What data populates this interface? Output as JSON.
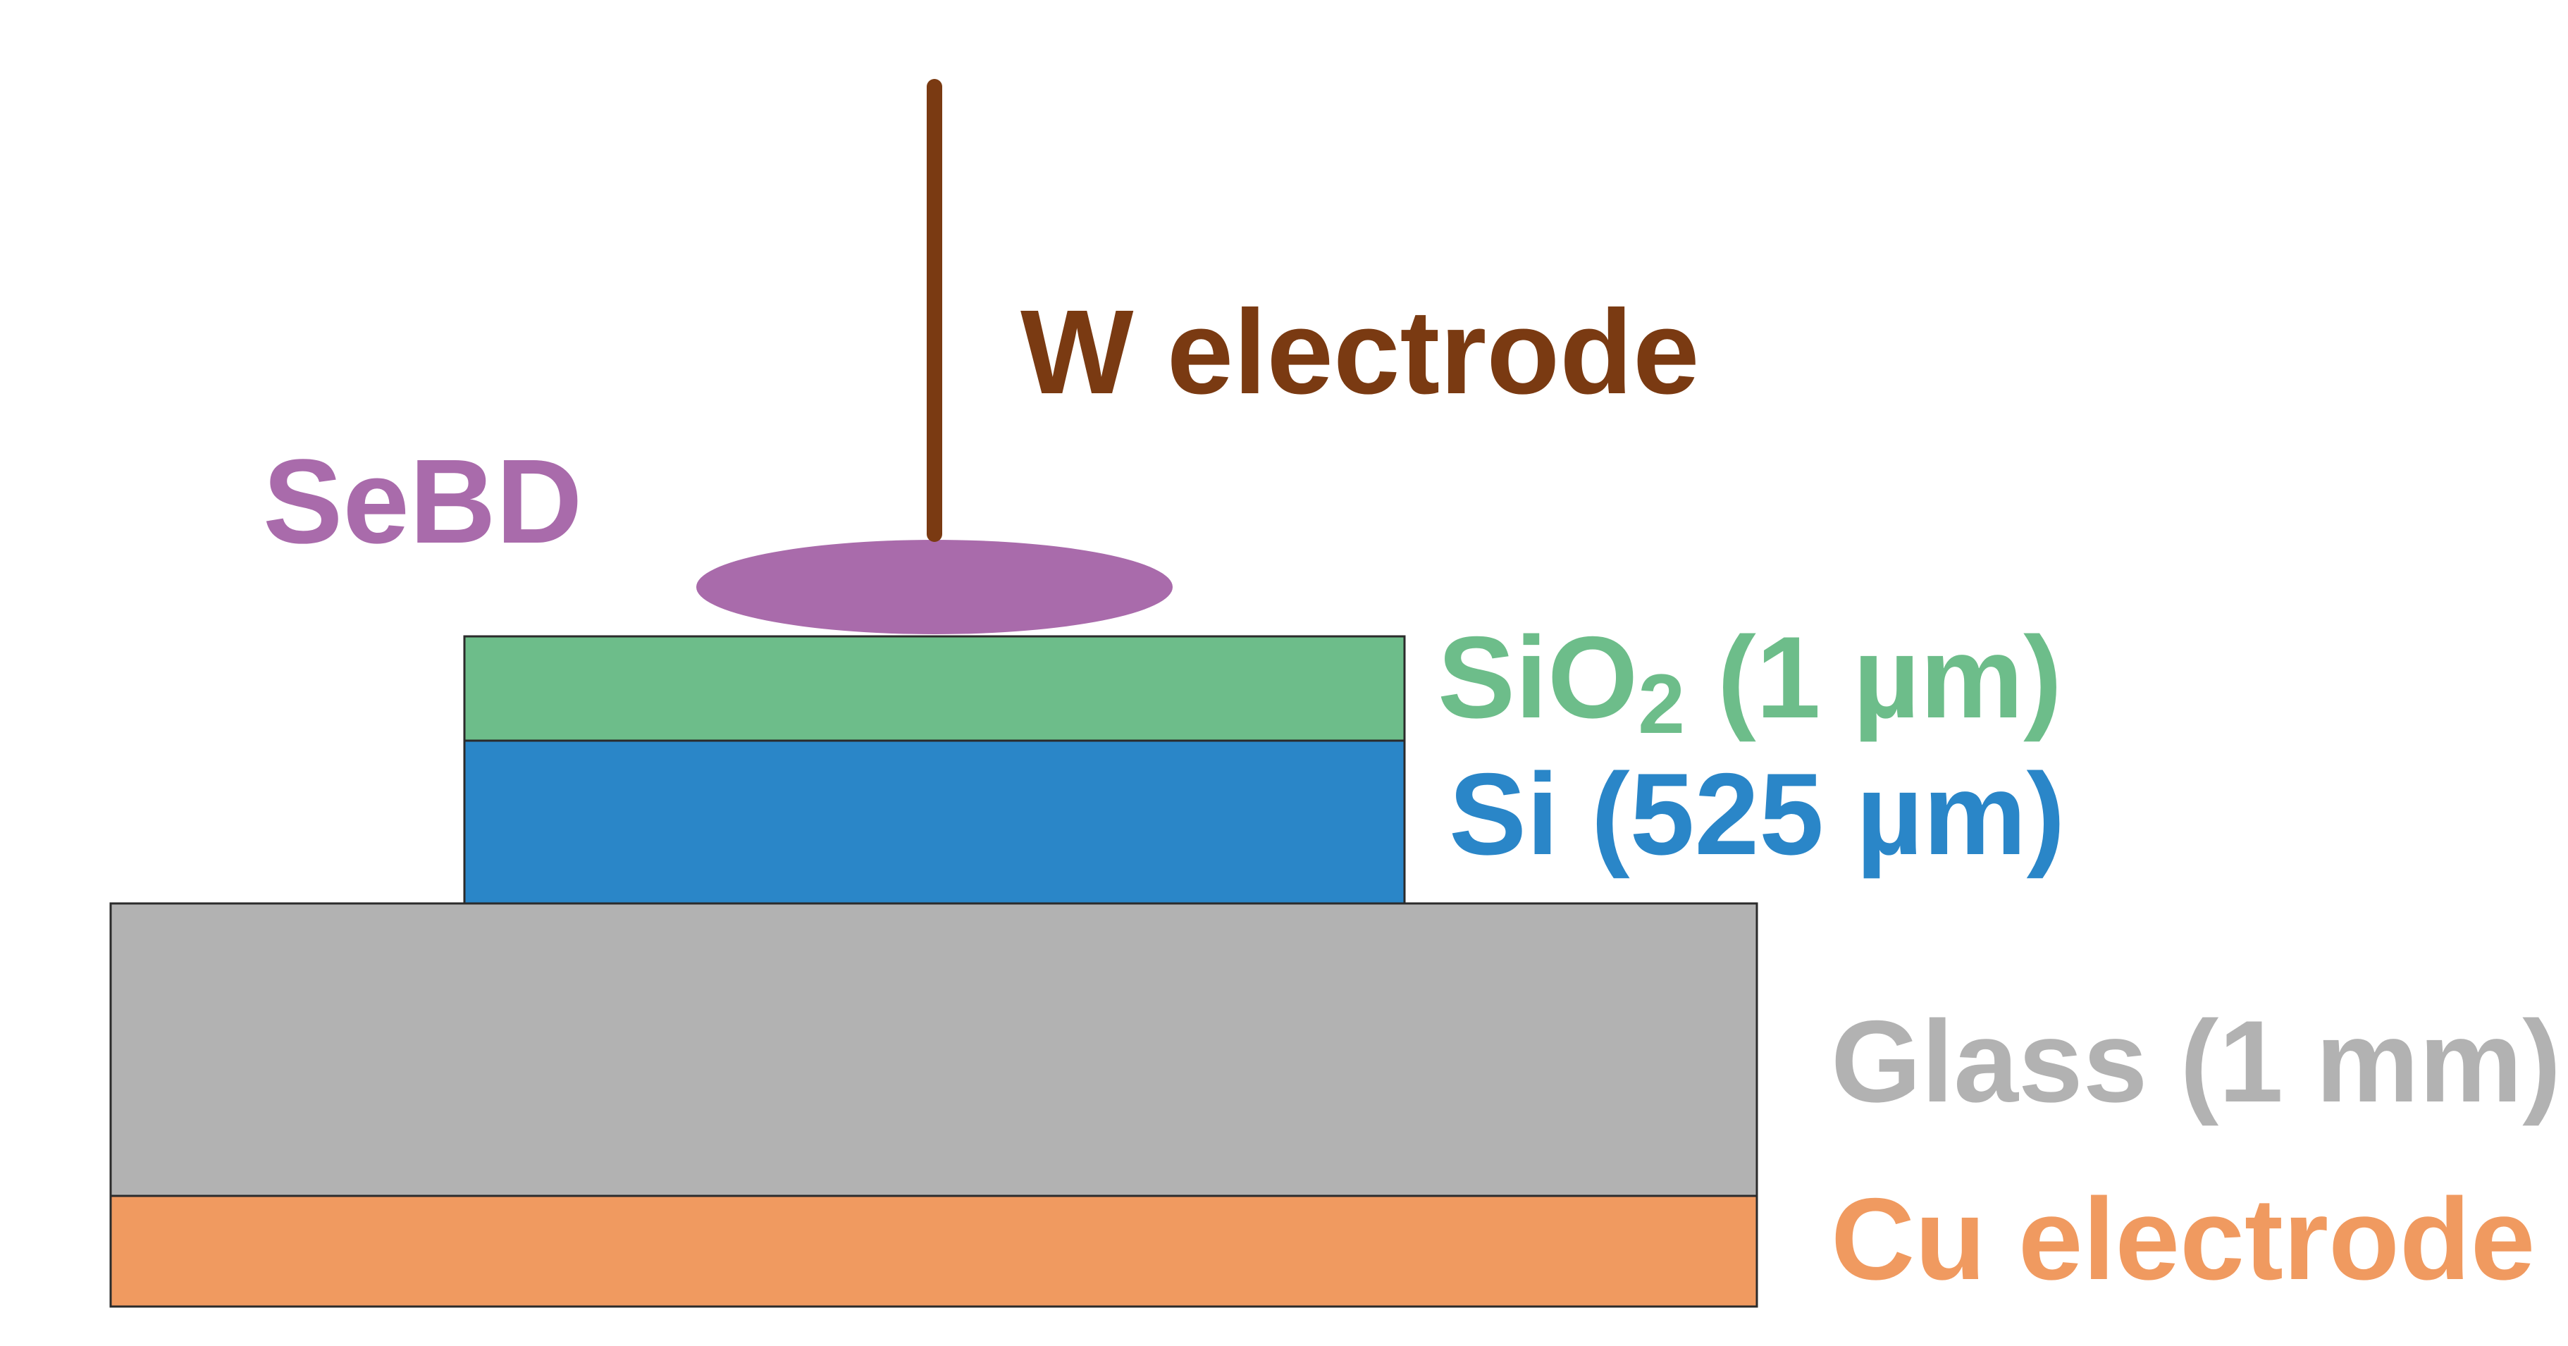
{
  "labels": {
    "w_electrode": "W electrode",
    "sebd": "SeBD",
    "sio2_base": "SiO",
    "sio2_sub": "2",
    "sio2_thickness": " (1 µm)",
    "si": "Si (525 µm)",
    "glass": "Glass (1 mm)",
    "cu_electrode": "Cu electrode"
  },
  "colors": {
    "w_electrode": "#7a3a12",
    "sebd": "#a96bab",
    "sio2": "#6dbd8a",
    "si": "#2a86c8",
    "glass": "#b2b2b2",
    "cu_electrode": "#f09a60",
    "outline": "#2b2b2b"
  }
}
